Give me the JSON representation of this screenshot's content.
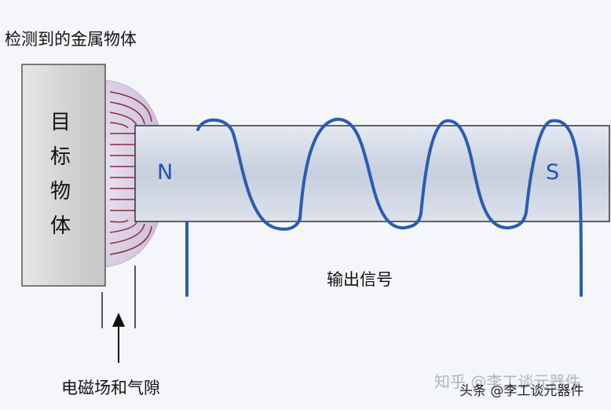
{
  "labels": {
    "title": "检测到的金属物体",
    "target": "目标物体",
    "n_pole": "N",
    "s_pole": "S",
    "output_signal": "输出信号",
    "field_gap": "电磁场和气隙"
  },
  "watermark": {
    "zhihu": "知乎 @李工谈元器件",
    "toutiao": "头条 @李工谈元器件"
  },
  "colors": {
    "coil": "#2a5db0",
    "rod_fill": "#cfd6e4",
    "target_fill": "#d9d9d9",
    "field_glow": "#d6cde4",
    "field_lines": "#8a2a3c"
  }
}
